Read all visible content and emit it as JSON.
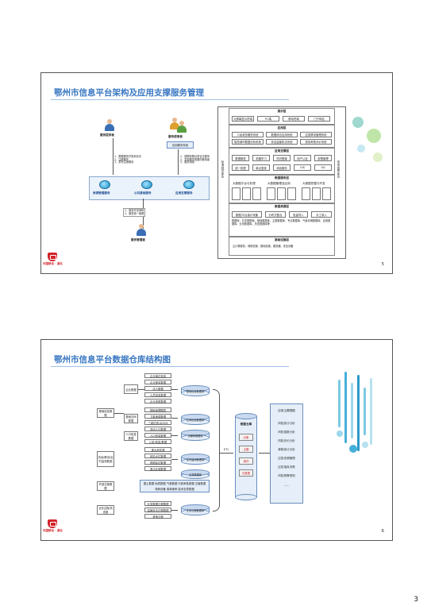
{
  "page_number": "3",
  "slide1": {
    "title": "鄂州市信息平台架构及应用支撑服务管理",
    "slide_number": "5",
    "logo_text": "中国移动 · 湖北",
    "actors": {
      "provider": "服务提供者",
      "consumer": "服务使用者",
      "app_system": "应用服务系统",
      "manager": "服务管理者"
    },
    "provider_notes": [
      "1、数据服务开发和访问",
      "2、注册服务",
      "3、发布注册服务"
    ],
    "consumer_notes": [
      "1、按照权限请求定位服务",
      "2、发现服务需要的使用者",
      "3、服务调用"
    ],
    "services": [
      "资源管理服务",
      "公共基础服务",
      "应用支撑服务"
    ],
    "manager_notes": [
      "1、服务开发审核",
      "2、服务统一管理"
    ],
    "side_left": "标准规范体系",
    "side_right": "安全保障体系",
    "layers": {
      "portal": {
        "title": "展示层",
        "items": [
          "大屏幕显示终端",
          "PC端",
          "移动终端",
          "门户网站"
        ]
      },
      "app": {
        "title": "应用层",
        "items": [
          "人民政务服务系统",
          "数据综合应用系统",
          "应急联动管理系统",
          "智慧城市数据分析系统",
          "安全监管执法系统",
          "绩效考核评价系统"
        ]
      },
      "support": {
        "title": "应用支撑层",
        "items": [
          "数据模型",
          "机器学习",
          "知识图谱",
          "用户认证",
          "权限管理",
          "统一权限",
          "单点登录",
          "消息服务",
          "GIS",
          "OA"
        ]
      },
      "exchange": {
        "title": "数据服务层",
        "items": [
          "大数据平台与处理",
          "大数据管理及应用",
          "大数据挖掘与开发"
        ]
      },
      "data": {
        "title": "数据资源层",
        "items": [
          "数据/平台接口采集",
          "分布式整合",
          "批量导入",
          "手工录入"
        ],
        "note": "数据库：共享数据库、基础数据库、主题数据库、专业数据库、气象存储数据库、应用数据库、业务数据库、历史数据库等"
      },
      "base": {
        "title": "基础设施层",
        "note": "云计算服务、网络资源、基础设施、服务器、安全设备"
      }
    }
  },
  "slide2": {
    "title": "鄂州市信息平台数据仓库结构图",
    "slide_number": "6",
    "logo_text": "中国移动 · 湖北",
    "source_groups": [
      {
        "name": "基础信息数据",
        "sub": [
          {
            "name": "企业数据",
            "items": [
              "企业单位信息",
              "企业基本数据",
              "法人数据",
              "人员信息数据",
              "企业资质数据"
            ]
          },
          {
            "name": "基础空间数据",
            "items": [
              "基础地理图层",
              "卫星遥感数据",
              "三维仿真/3DGIS"
            ]
          },
          {
            "name": "人口信息数据",
            "items": [
              "流动人口数据",
              "人口信息数据",
              "公安/信息/数据"
            ]
          }
        ]
      },
      {
        "name": "流动/移动/实时监测数据",
        "items": [
          "重大危险源",
          "风险点位数据",
          "视频监控数据",
          "重点区域数据"
        ]
      },
      {
        "name": "外部交换数据",
        "items": [
          "国土数据",
          "地质数据",
          "气象数据",
          "行政审批数据",
          "交管数据",
          "特种设备",
          "事故案例",
          "技术支撑数据"
        ]
      },
      {
        "name": "业务过程/状态数",
        "items": [
          "业务数据过程数据",
          "监管执法过程数据",
          "其他过程"
        ]
      }
    ],
    "mid_dbs": [
      "基础信息数据库",
      "空间信息数据库",
      "流媒体数据库",
      "实时监测数据库",
      "业务数据库",
      "业务过程数据库"
    ],
    "etl": "ETL",
    "warehouse": {
      "title": "数据仓库",
      "items": [
        "对象",
        "主题",
        "事件",
        "元数据"
      ]
    },
    "apps": {
      "title": "应用主题视图",
      "items": [
        "风险统计分析",
        "风险指数分析",
        "风险评价分析",
        "事故统计分析",
        "应急资源管理",
        "应急指挥决策",
        "风险预警预测",
        "......"
      ]
    }
  }
}
